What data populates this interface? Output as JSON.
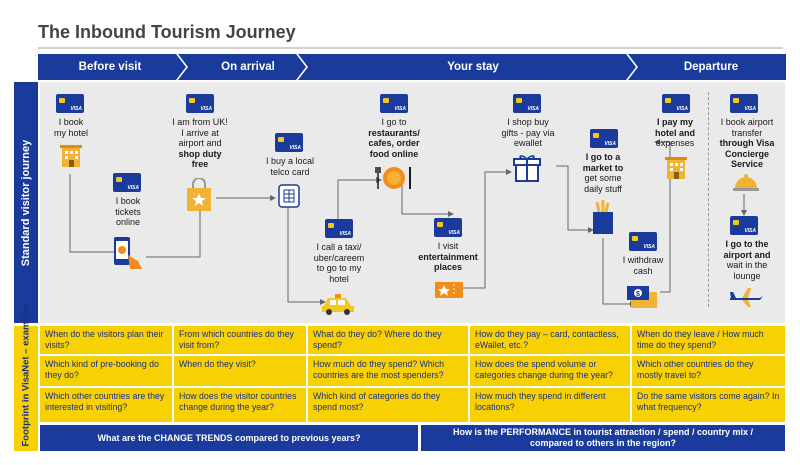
{
  "title": "The Inbound Tourism Journey",
  "phases": [
    "Before visit",
    "On arrival",
    "Your stay",
    "Departure"
  ],
  "side_labels": {
    "journey": "Standard visitor journey",
    "footprint": "Footprint in VisaNet – examples"
  },
  "card_label": "VISA",
  "steps": {
    "book_hotel": [
      "I book",
      "my hotel"
    ],
    "book_tickets": [
      "I book",
      "tickets",
      "online"
    ],
    "from_uk": [
      "I am from UK!",
      "I arrive at",
      "airport and",
      "shop duty",
      "free"
    ],
    "telco": [
      "I buy a local",
      "telco card"
    ],
    "taxi": [
      "I call a taxi/",
      "uber/careem",
      "to go to my",
      "hotel"
    ],
    "restaurants": [
      "I go to",
      "restaurants/",
      "cafes, order",
      "food online"
    ],
    "entertainment": [
      "I visit",
      "entertainment",
      "places"
    ],
    "gifts": [
      "I shop buy",
      "gifts - pay via",
      "ewallet"
    ],
    "market": [
      "I go to a",
      "market to",
      "get some",
      "daily stuff"
    ],
    "withdraw": [
      "I withdraw",
      "cash"
    ],
    "pay_hotel": [
      "I pay my",
      "hotel and",
      "expenses"
    ],
    "airport_transfer": [
      "I book airport",
      "transfer",
      "through Visa",
      "Concierge",
      "Service"
    ],
    "lounge": [
      "I go to the",
      "airport and",
      "wait in the",
      "lounge"
    ]
  },
  "questions": [
    [
      "When do the visitors plan their visits?",
      "Which kind of pre-booking do they do?",
      "Which other countries are they interested in visiting?"
    ],
    [
      "From which countries do they visit from?",
      "When do they visit?",
      "How does the visitor countries change during the year?"
    ],
    [
      "What do they do? Where do they spend?",
      "How much do they spend? Which countries are the most spenders?",
      "Which kind of categories do they spend most?"
    ],
    [
      "How do they pay – card, contactless, eWallet, etc.?",
      "How does the spend volume or categories change during the year?",
      "How much they spend in different locations?"
    ],
    [
      "When do they leave / How much time do they spend?",
      "Which other countries do they mostly travel to?",
      "Do the same visitors come again? In what frequency?"
    ]
  ],
  "bottom": [
    "What are the CHANGE TRENDS compared to previous years?",
    "How is the PERFORMANCE in tourist attraction / spend / country mix / compared to others in the region?"
  ],
  "colors": {
    "blue": "#1a3a9c",
    "yellow": "#f7d104",
    "orange": "#f28c1a"
  }
}
